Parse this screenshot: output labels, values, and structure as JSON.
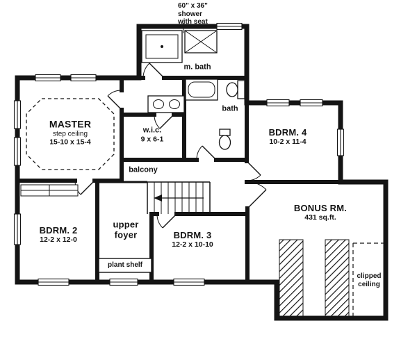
{
  "colors": {
    "ink": "#141414",
    "paper": "#ffffff"
  },
  "callout": {
    "lines": [
      "60\" x 36\"",
      "shower",
      "with seat"
    ]
  },
  "rooms": {
    "master": {
      "name": "MASTER",
      "note": "step ceiling",
      "dims": "15-10 x 15-4"
    },
    "master_bath": {
      "name": "m. bath"
    },
    "bath": {
      "name": "bath"
    },
    "wic": {
      "name": "w.i.c.",
      "dims": "9 x 6-1"
    },
    "bedroom4": {
      "name": "BDRM. 4",
      "dims": "10-2 x 11-4"
    },
    "balcony": {
      "name": "balcony"
    },
    "bonus": {
      "name": "BONUS RM.",
      "dims": "431 sq.ft."
    },
    "bedroom2": {
      "name": "BDRM. 2",
      "dims": "12-2 x 12-0"
    },
    "upper_foyer": {
      "line1": "upper",
      "line2": "foyer"
    },
    "bedroom3": {
      "name": "BDRM. 3",
      "dims": "12-2 x 10-10"
    },
    "plant_shelf": {
      "name": "plant shelf"
    },
    "clipped_ceiling": {
      "line1": "clipped",
      "line2": "ceiling"
    }
  }
}
